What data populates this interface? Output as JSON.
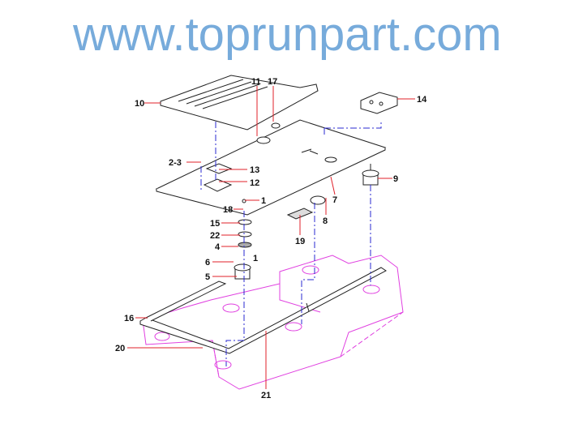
{
  "diagram": {
    "watermark": "www.toprunpart.com",
    "colors": {
      "parts": "#222222",
      "leader": "#e0202a",
      "axis": "#2a2ad0",
      "base": "#e040e0",
      "watermark": "#4a90d0"
    },
    "labels": [
      {
        "id": "l10",
        "text": "10"
      },
      {
        "id": "l11",
        "text": "11"
      },
      {
        "id": "l17",
        "text": "17"
      },
      {
        "id": "l14",
        "text": "14"
      },
      {
        "id": "l23",
        "text": "2-3"
      },
      {
        "id": "l13",
        "text": "13"
      },
      {
        "id": "l12",
        "text": "12"
      },
      {
        "id": "l1a",
        "text": "1"
      },
      {
        "id": "l18",
        "text": "18"
      },
      {
        "id": "l15",
        "text": "15"
      },
      {
        "id": "l22",
        "text": "22"
      },
      {
        "id": "l4",
        "text": "4"
      },
      {
        "id": "l6",
        "text": "6"
      },
      {
        "id": "l1b",
        "text": "1"
      },
      {
        "id": "l5",
        "text": "5"
      },
      {
        "id": "l8",
        "text": "8"
      },
      {
        "id": "l19",
        "text": "19"
      },
      {
        "id": "l7",
        "text": "7"
      },
      {
        "id": "l9",
        "text": "9"
      },
      {
        "id": "l16",
        "text": "16"
      },
      {
        "id": "l20",
        "text": "20"
      },
      {
        "id": "l21",
        "text": "21"
      }
    ]
  }
}
